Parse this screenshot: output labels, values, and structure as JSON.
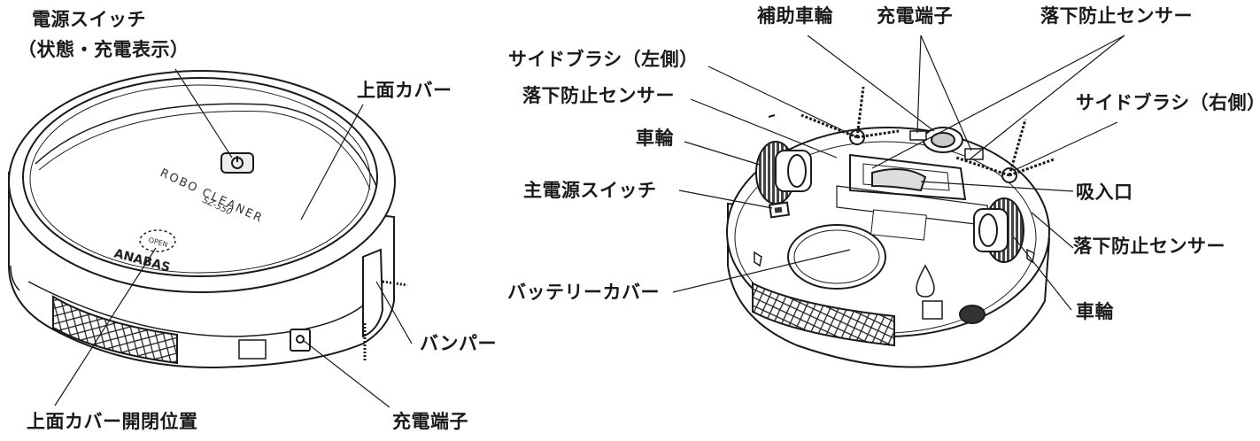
{
  "top_view": {
    "brand": {
      "model_line": "ROBO CLEANER",
      "model_number": "SZ-550",
      "logo_text": "ANABAS",
      "open_mark": "OPEN"
    },
    "labels": {
      "power_switch_line1": "電源スイッチ",
      "power_switch_line2": "（状態・充電表示）",
      "top_cover": "上面カバー",
      "bumper": "バンパー",
      "top_cover_open_position": "上面カバー開閉位置",
      "charging_terminal": "充電端子"
    }
  },
  "bottom_view": {
    "labels": {
      "auxiliary_wheel": "補助車輪",
      "charging_terminals": "充電端子",
      "fall_sensor_top": "落下防止センサー",
      "side_brush_left": "サイドブラシ（左側）",
      "fall_sensor_left": "落下防止センサー",
      "side_brush_right": "サイドブラシ（右側）",
      "wheel_left": "車輪",
      "main_power_switch": "主電源スイッチ",
      "suction_port": "吸入口",
      "fall_sensor_right": "落下防止センサー",
      "battery_cover": "バッテリーカバー",
      "wheel_right": "車輪"
    }
  }
}
